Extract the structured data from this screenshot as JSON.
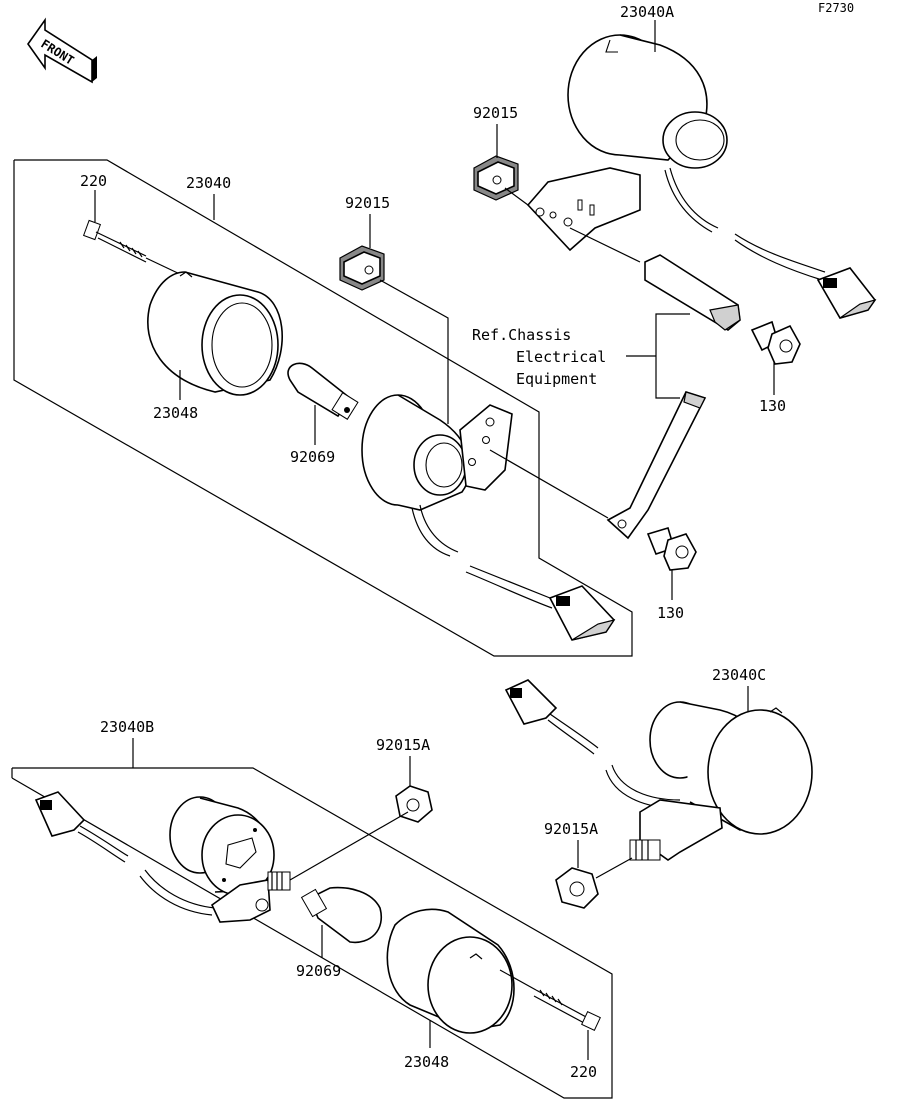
{
  "diagram": {
    "code": "F2730",
    "front_label": "FRONT",
    "parts": {
      "p23040A": "23040A",
      "p23040": "23040",
      "p23040B": "23040B",
      "p23040C": "23040C",
      "p92015_top": "92015",
      "p92015_mid": "92015",
      "p92015A_left": "92015A",
      "p92015A_right": "92015A",
      "p220_top": "220",
      "p220_bottom": "220",
      "p23048_top": "23048",
      "p23048_bottom": "23048",
      "p92069_top": "92069",
      "p92069_bottom": "92069",
      "p130_top": "130",
      "p130_bottom": "130"
    },
    "reference": {
      "line1": "Ref.Chassis",
      "line2": "Electrical",
      "line3": "Equipment"
    }
  }
}
